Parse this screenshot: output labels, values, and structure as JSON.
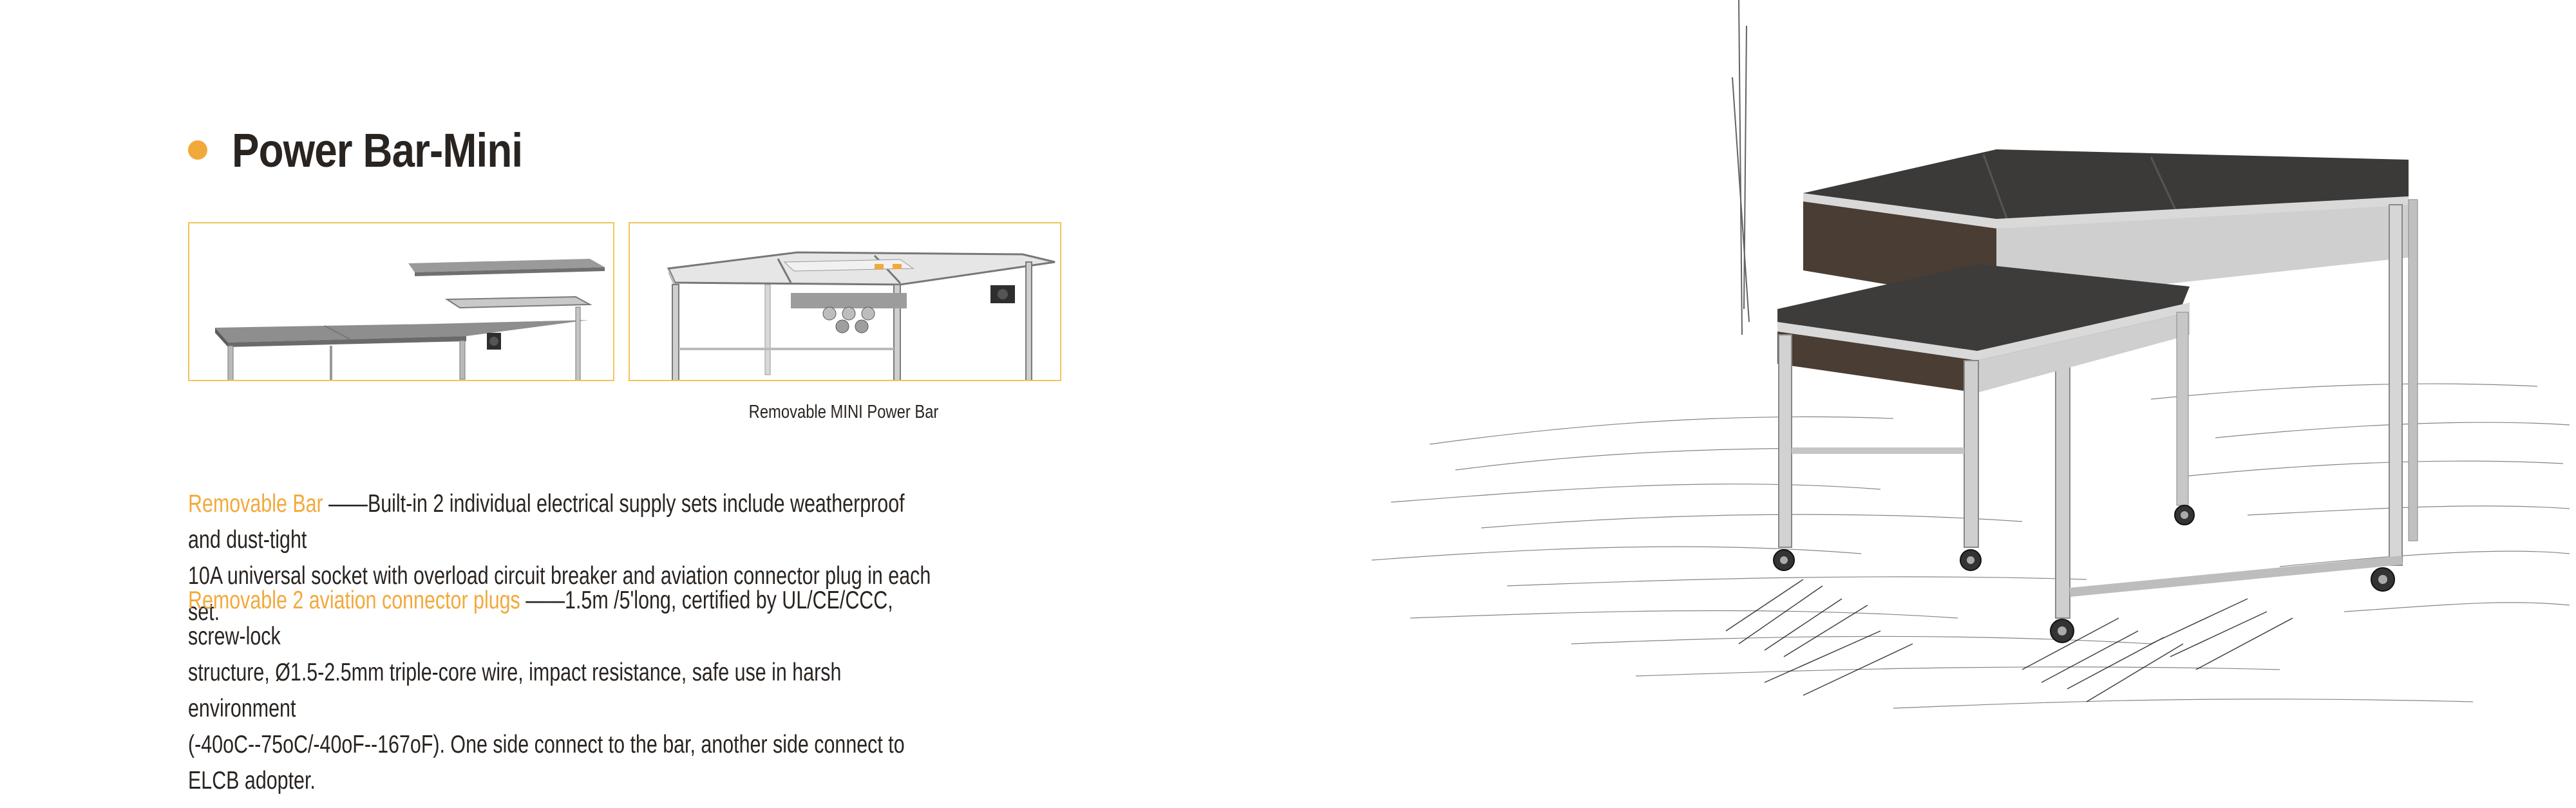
{
  "page": {
    "title": "Power Bar-Mini",
    "accent_color": "#f2a93b",
    "caption": "Removable MINI Power Bar",
    "paragraphs": [
      {
        "highlight": "Removable Bar",
        "line1": " ——Built-in 2 individual electrical supply sets include weatherproof and dust-tight",
        "line2": "10A universal socket with overload circuit breaker and aviation connector plug in each set."
      },
      {
        "highlight": "Removable 2 aviation connector plugs",
        "line1": " ——1.5m /5'long, certified by UL/CE/CCC, screw-lock",
        "line2": "structure, Ø1.5-2.5mm triple-core wire, impact resistance, safe use in harsh environment",
        "line3": "(-40oC--75oC/-40oF--167oF).  One side connect to the bar, another side connect to ELCB adopter."
      }
    ],
    "figures": [
      {
        "icon": "table-with-removable-top-icon"
      },
      {
        "icon": "table-frame-with-power-bar-icon"
      }
    ],
    "illustration": {
      "icon": "nesting-tables-illustration"
    }
  }
}
